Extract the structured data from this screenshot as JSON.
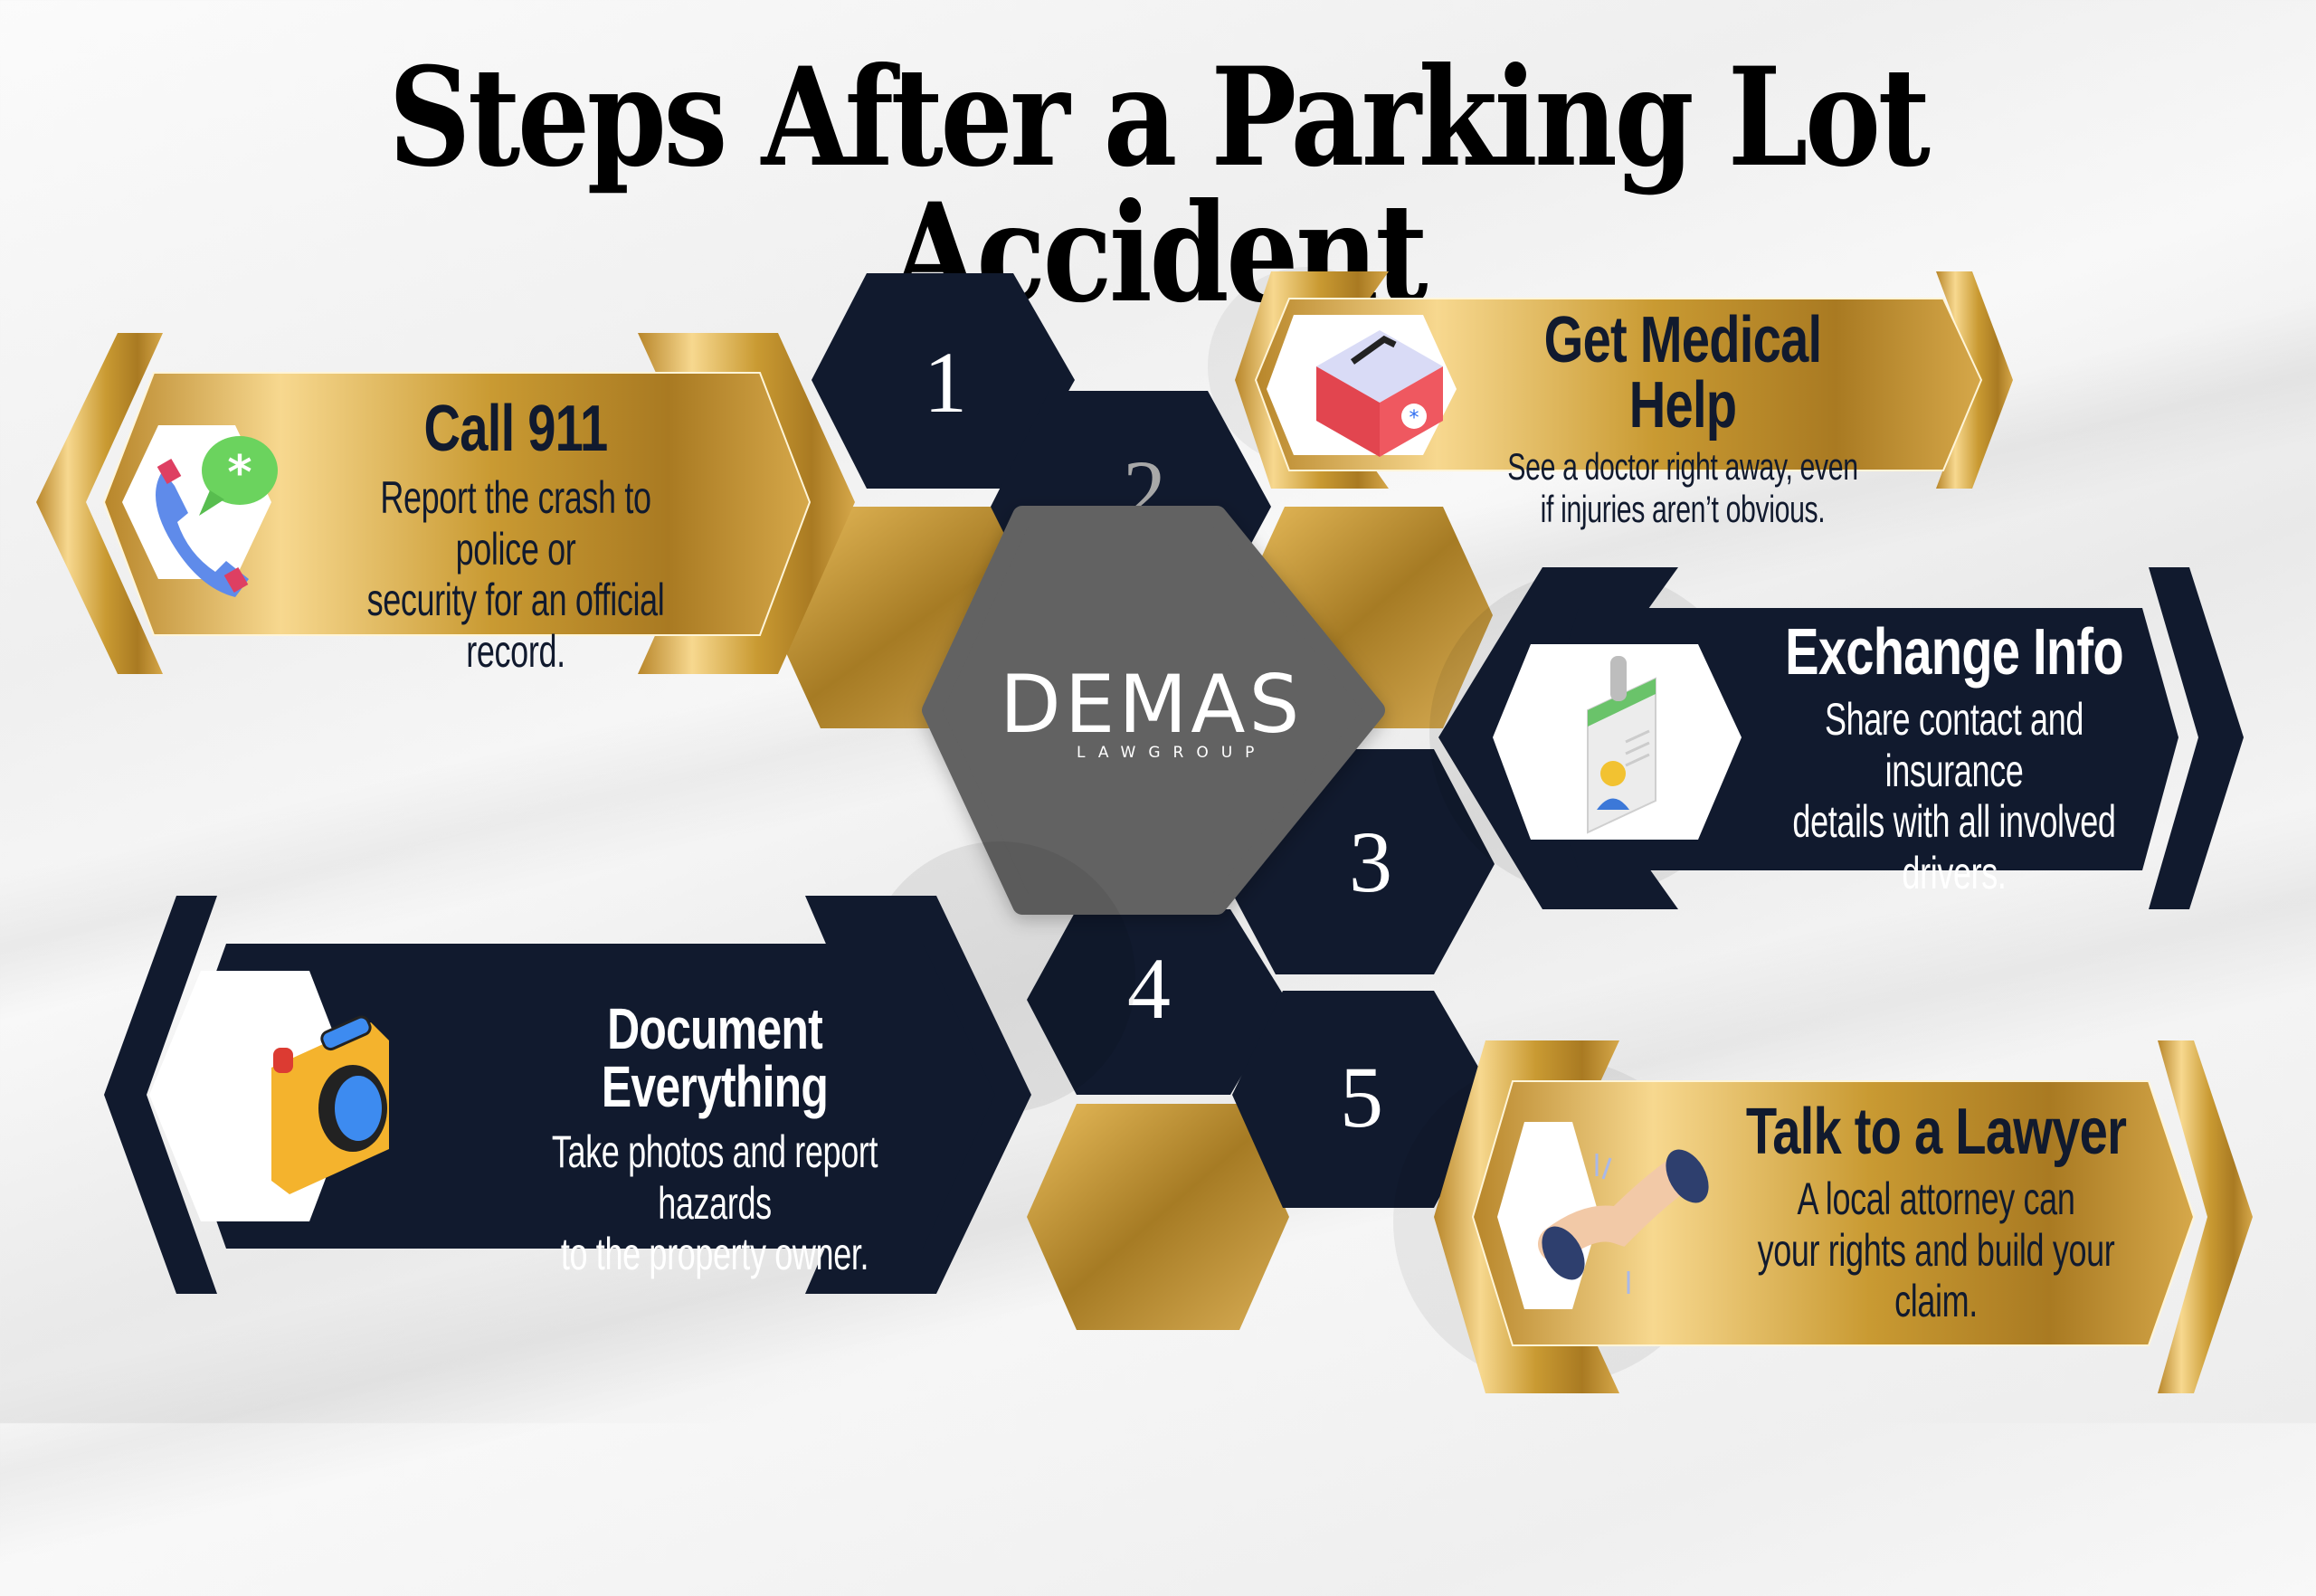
{
  "title": "Steps After a Parking Lot Accident",
  "brand": {
    "name": "DEMAS",
    "subtitle": "LAWGROUP",
    "colors": {
      "navy": "#111a2e",
      "gold": "#c9982f",
      "gold_light": "#f6d48b",
      "logo_gray": "#626262",
      "background": "#f2f2f2"
    }
  },
  "steps": [
    {
      "number": "1",
      "heading": "Call 911",
      "body_lines": [
        "Report the crash to police or",
        "security for an official record."
      ],
      "icon": "phone-call-icon",
      "panel_color": "gold"
    },
    {
      "number": "2",
      "heading": "Get Medical Help",
      "body_lines": [
        "See a doctor right away, even",
        "if injuries aren’t obvious."
      ],
      "icon": "first-aid-kit-icon",
      "panel_color": "gold"
    },
    {
      "number": "3",
      "heading": "Exchange Info",
      "body_lines": [
        "Share contact and insurance",
        "details with all involved",
        "drivers."
      ],
      "icon": "id-badge-icon",
      "panel_color": "navy"
    },
    {
      "number": "4",
      "heading": "Document Everything",
      "body_lines": [
        "Take photos and report hazards",
        "to the property owner."
      ],
      "icon": "camera-icon",
      "panel_color": "navy"
    },
    {
      "number": "5",
      "heading": "Talk to a Lawyer",
      "body_lines": [
        "A local attorney can",
        "your rights and build your",
        "claim."
      ],
      "icon": "handshake-icon",
      "panel_color": "gold"
    }
  ]
}
